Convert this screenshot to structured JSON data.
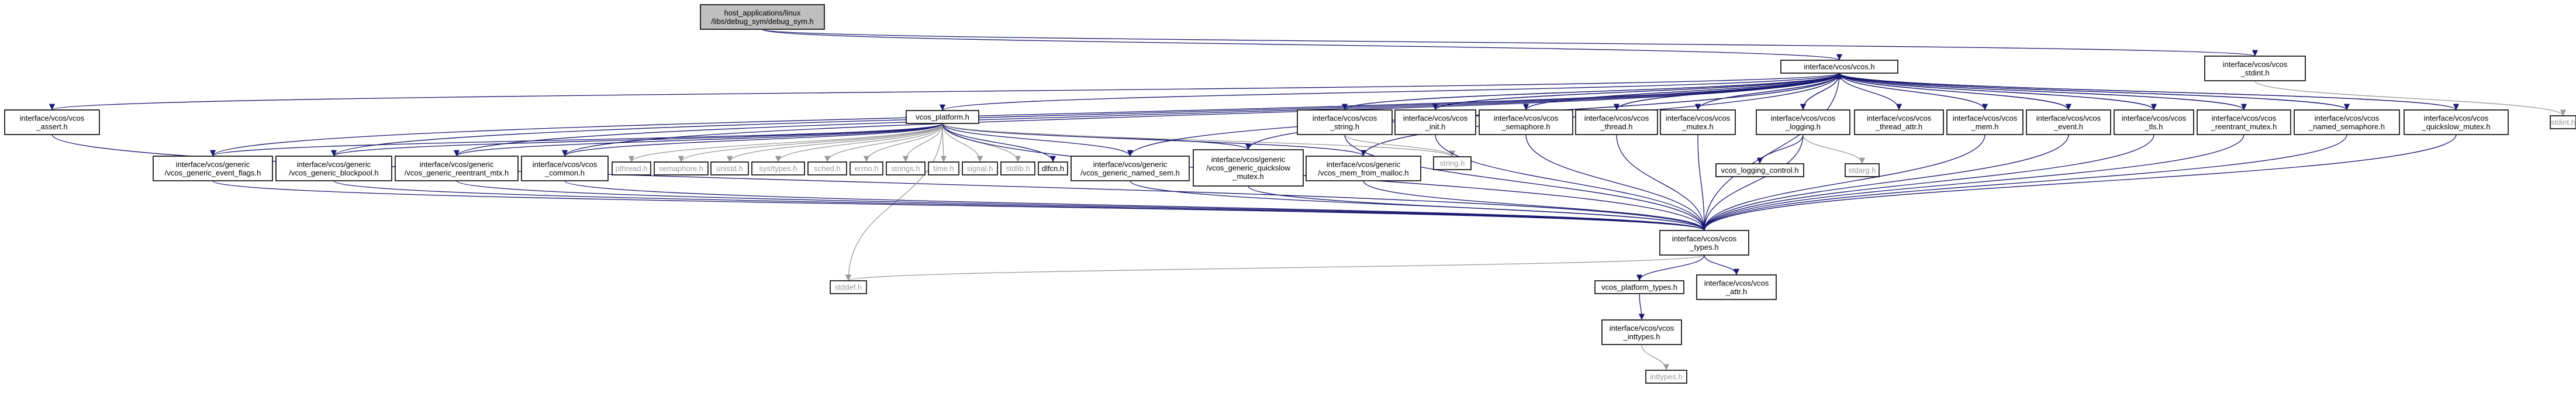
{
  "diagram": {
    "colors": {
      "root_fill": "#bfbfbf",
      "node_fill": "#ffffff",
      "dim_text": "#9a9a9a",
      "edge": "#191970"
    },
    "nodes": [
      {
        "id": "root",
        "lines": [
          "host_applications/linux",
          "/libs/debug_sym/debug_sym.h"
        ],
        "root": true
      },
      {
        "id": "vcos",
        "lines": [
          "interface/vcos/vcos.h"
        ]
      },
      {
        "id": "vcos_stdint",
        "lines": [
          "interface/vcos/vcos",
          "_stdint.h"
        ]
      },
      {
        "id": "stdint",
        "lines": [
          "stdint.h"
        ],
        "dim": true
      },
      {
        "id": "vcos_assert",
        "lines": [
          "interface/vcos/vcos",
          "_assert.h"
        ]
      },
      {
        "id": "vcos_platform",
        "lines": [
          "vcos_platform.h"
        ]
      },
      {
        "id": "vcos_string",
        "lines": [
          "interface/vcos/vcos",
          "_string.h"
        ]
      },
      {
        "id": "vcos_init",
        "lines": [
          "interface/vcos/vcos",
          "_init.h"
        ]
      },
      {
        "id": "vcos_semaphore",
        "lines": [
          "interface/vcos/vcos",
          "_semaphore.h"
        ]
      },
      {
        "id": "vcos_thread",
        "lines": [
          "interface/vcos/vcos",
          "_thread.h"
        ]
      },
      {
        "id": "vcos_mutex",
        "lines": [
          "interface/vcos/vcos",
          "_mutex.h"
        ]
      },
      {
        "id": "vcos_logging",
        "lines": [
          "interface/vcos/vcos",
          "_logging.h"
        ]
      },
      {
        "id": "vcos_thread_attr",
        "lines": [
          "interface/vcos/vcos",
          "_thread_attr.h"
        ]
      },
      {
        "id": "vcos_mem",
        "lines": [
          "interface/vcos/vcos",
          "_mem.h"
        ]
      },
      {
        "id": "vcos_event",
        "lines": [
          "interface/vcos/vcos",
          "_event.h"
        ]
      },
      {
        "id": "vcos_tls",
        "lines": [
          "interface/vcos/vcos",
          "_tls.h"
        ]
      },
      {
        "id": "vcos_reentrant",
        "lines": [
          "interface/vcos/vcos",
          "_reentrant_mutex.h"
        ]
      },
      {
        "id": "vcos_named_sem",
        "lines": [
          "interface/vcos/vcos",
          "_named_semaphore.h"
        ]
      },
      {
        "id": "vcos_quickslow",
        "lines": [
          "interface/vcos/vcos",
          "_quickslow_mutex.h"
        ]
      },
      {
        "id": "gen_event_flags",
        "lines": [
          "interface/vcos/generic",
          "/vcos_generic_event_flags.h"
        ]
      },
      {
        "id": "gen_blockpool",
        "lines": [
          "interface/vcos/generic",
          "/vcos_generic_blockpool.h"
        ]
      },
      {
        "id": "gen_reentrant",
        "lines": [
          "interface/vcos/generic",
          "/vcos_generic_reentrant_mtx.h"
        ]
      },
      {
        "id": "vcos_common",
        "lines": [
          "interface/vcos/vcos",
          "_common.h"
        ]
      },
      {
        "id": "pthread",
        "lines": [
          "pthread.h"
        ],
        "dim": true
      },
      {
        "id": "semaphore",
        "lines": [
          "semaphore.h"
        ],
        "dim": true
      },
      {
        "id": "unistd",
        "lines": [
          "unistd.h"
        ],
        "dim": true
      },
      {
        "id": "systypes",
        "lines": [
          "sys/types.h"
        ],
        "dim": true
      },
      {
        "id": "sched",
        "lines": [
          "sched.h"
        ],
        "dim": true
      },
      {
        "id": "errno",
        "lines": [
          "errno.h"
        ],
        "dim": true
      },
      {
        "id": "strings",
        "lines": [
          "strings.h"
        ],
        "dim": true
      },
      {
        "id": "time",
        "lines": [
          "time.h"
        ],
        "dim": true
      },
      {
        "id": "signal",
        "lines": [
          "signal.h"
        ],
        "dim": true
      },
      {
        "id": "stdlib",
        "lines": [
          "stdlib.h"
        ],
        "dim": true
      },
      {
        "id": "dlfcn",
        "lines": [
          "dlfcn.h"
        ]
      },
      {
        "id": "gen_named_sem",
        "lines": [
          "interface/vcos/generic",
          "/vcos_generic_named_sem.h"
        ]
      },
      {
        "id": "gen_quickslow",
        "lines": [
          "interface/vcos/generic",
          "/vcos_generic_quickslow",
          "_mutex.h"
        ]
      },
      {
        "id": "mem_from_malloc",
        "lines": [
          "interface/vcos/generic",
          "/vcos_mem_from_malloc.h"
        ]
      },
      {
        "id": "string",
        "lines": [
          "string.h"
        ],
        "dim": true
      },
      {
        "id": "logging_control",
        "lines": [
          "vcos_logging_control.h"
        ]
      },
      {
        "id": "stdarg",
        "lines": [
          "stdarg.h"
        ],
        "dim": true
      },
      {
        "id": "vcos_types",
        "lines": [
          "interface/vcos/vcos",
          "_types.h"
        ]
      },
      {
        "id": "stddef",
        "lines": [
          "stddef.h"
        ],
        "dim": true
      },
      {
        "id": "platform_types",
        "lines": [
          "vcos_platform_types.h"
        ]
      },
      {
        "id": "vcos_attr",
        "lines": [
          "interface/vcos/vcos",
          "_attr.h"
        ]
      },
      {
        "id": "vcos_inttypes",
        "lines": [
          "interface/vcos/vcos",
          "_inttypes.h"
        ]
      },
      {
        "id": "inttypes",
        "lines": [
          "inttypes.h"
        ],
        "dim": true
      }
    ],
    "edges": [
      [
        "root",
        "vcos"
      ],
      [
        "root",
        "vcos_stdint"
      ],
      [
        "vcos_stdint",
        "stdint"
      ],
      [
        "vcos",
        "vcos_assert"
      ],
      [
        "vcos",
        "vcos_platform"
      ],
      [
        "vcos",
        "vcos_string"
      ],
      [
        "vcos",
        "vcos_init"
      ],
      [
        "vcos",
        "vcos_semaphore"
      ],
      [
        "vcos",
        "vcos_thread"
      ],
      [
        "vcos",
        "vcos_mutex"
      ],
      [
        "vcos",
        "vcos_logging"
      ],
      [
        "vcos",
        "vcos_thread_attr"
      ],
      [
        "vcos",
        "vcos_mem"
      ],
      [
        "vcos",
        "vcos_event"
      ],
      [
        "vcos",
        "vcos_tls"
      ],
      [
        "vcos",
        "vcos_reentrant"
      ],
      [
        "vcos",
        "vcos_named_sem"
      ],
      [
        "vcos",
        "vcos_quickslow"
      ],
      [
        "vcos",
        "vcos_types"
      ],
      [
        "vcos_assert",
        "vcos_types"
      ],
      [
        "vcos_platform",
        "gen_event_flags"
      ],
      [
        "vcos_platform",
        "gen_blockpool"
      ],
      [
        "vcos_platform",
        "gen_reentrant"
      ],
      [
        "vcos_platform",
        "vcos_common"
      ],
      [
        "vcos_platform",
        "pthread"
      ],
      [
        "vcos_platform",
        "semaphore"
      ],
      [
        "vcos_platform",
        "unistd"
      ],
      [
        "vcos_platform",
        "systypes"
      ],
      [
        "vcos_platform",
        "sched"
      ],
      [
        "vcos_platform",
        "errno"
      ],
      [
        "vcos_platform",
        "strings"
      ],
      [
        "vcos_platform",
        "time"
      ],
      [
        "vcos_platform",
        "signal"
      ],
      [
        "vcos_platform",
        "stdlib"
      ],
      [
        "vcos_platform",
        "dlfcn"
      ],
      [
        "vcos_platform",
        "gen_named_sem"
      ],
      [
        "vcos_platform",
        "gen_quickslow"
      ],
      [
        "vcos_platform",
        "mem_from_malloc"
      ],
      [
        "vcos_platform",
        "string"
      ],
      [
        "vcos_platform",
        "stddef"
      ],
      [
        "vcos_platform",
        "vcos_types"
      ],
      [
        "gen_event_flags",
        "vcos_types"
      ],
      [
        "gen_blockpool",
        "vcos_types"
      ],
      [
        "gen_reentrant",
        "vcos_types"
      ],
      [
        "vcos_common",
        "vcos_types"
      ],
      [
        "gen_named_sem",
        "vcos_types"
      ],
      [
        "gen_quickslow",
        "vcos_types"
      ],
      [
        "mem_from_malloc",
        "vcos_types"
      ],
      [
        "gen_event_flags",
        "vcos"
      ],
      [
        "gen_blockpool",
        "vcos"
      ],
      [
        "gen_reentrant",
        "vcos"
      ],
      [
        "vcos_common",
        "vcos"
      ],
      [
        "gen_named_sem",
        "vcos"
      ],
      [
        "gen_quickslow",
        "vcos"
      ],
      [
        "mem_from_malloc",
        "vcos"
      ],
      [
        "vcos_string",
        "vcos_types"
      ],
      [
        "vcos_string",
        "string"
      ],
      [
        "vcos_init",
        "vcos_types"
      ],
      [
        "vcos_semaphore",
        "vcos_types"
      ],
      [
        "vcos_thread",
        "vcos_types"
      ],
      [
        "vcos_mutex",
        "vcos_types"
      ],
      [
        "vcos_logging",
        "vcos_types"
      ],
      [
        "vcos_logging",
        "logging_control"
      ],
      [
        "vcos_logging",
        "stdarg"
      ],
      [
        "vcos_mem",
        "vcos_types"
      ],
      [
        "vcos_event",
        "vcos_types"
      ],
      [
        "vcos_tls",
        "vcos_types"
      ],
      [
        "vcos_reentrant",
        "vcos_types"
      ],
      [
        "vcos_named_sem",
        "vcos_types"
      ],
      [
        "vcos_quickslow",
        "vcos_types"
      ],
      [
        "vcos_string",
        "vcos"
      ],
      [
        "vcos_init",
        "vcos"
      ],
      [
        "vcos_semaphore",
        "vcos"
      ],
      [
        "vcos_thread",
        "vcos"
      ],
      [
        "vcos_mutex",
        "vcos"
      ],
      [
        "vcos_logging",
        "vcos"
      ],
      [
        "vcos_mem",
        "vcos"
      ],
      [
        "vcos_event",
        "vcos"
      ],
      [
        "vcos_tls",
        "vcos"
      ],
      [
        "vcos_reentrant",
        "vcos"
      ],
      [
        "vcos_named_sem",
        "vcos"
      ],
      [
        "vcos_quickslow",
        "vcos"
      ],
      [
        "vcos_types",
        "platform_types"
      ],
      [
        "vcos_types",
        "vcos_attr"
      ],
      [
        "vcos_types",
        "stddef"
      ],
      [
        "platform_types",
        "vcos_inttypes"
      ],
      [
        "vcos_inttypes",
        "inttypes"
      ]
    ]
  }
}
